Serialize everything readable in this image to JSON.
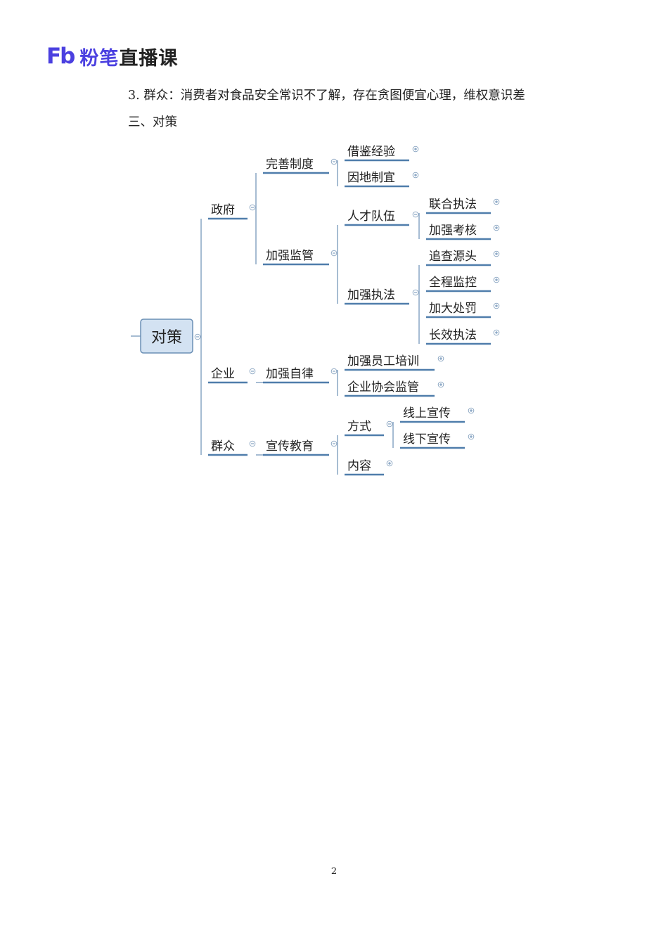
{
  "header": {
    "logo_mark": "Fb",
    "logo_brand": "粉笔",
    "logo_rest": "直播课"
  },
  "body": {
    "line1": "3. 群众：消费者对食品安全常识不了解，存在贪图便宜心理，维权意识差",
    "line2": "三、对策"
  },
  "mindmap": {
    "root": "对策",
    "nodes": {
      "gov": "政府",
      "gov_system": "完善制度",
      "gov_system_learn": "借鉴经验",
      "gov_system_local": "因地制宜",
      "gov_supervise": "加强监管",
      "gov_talent": "人才队伍",
      "gov_talent_joint": "联合执法",
      "gov_talent_assess": "加强考核",
      "gov_enforce": "加强执法",
      "gov_enforce_source": "追查源头",
      "gov_enforce_full": "全程监控",
      "gov_enforce_penalty": "加大处罚",
      "gov_enforce_long": "长效执法",
      "ent": "企业",
      "ent_self": "加强自律",
      "ent_train": "加强员工培训",
      "ent_assoc": "企业协会监管",
      "pub": "群众",
      "pub_edu": "宣传教育",
      "pub_mode": "方式",
      "pub_online": "线上宣传",
      "pub_offline": "线下宣传",
      "pub_content": "内容"
    },
    "colors": {
      "line": "#6b8fb5",
      "underline": "#4f7dab",
      "root_fill": "#d3e2f2",
      "root_border": "#6b8fb5",
      "text": "#222222"
    }
  },
  "footer": {
    "page_number": "2"
  }
}
